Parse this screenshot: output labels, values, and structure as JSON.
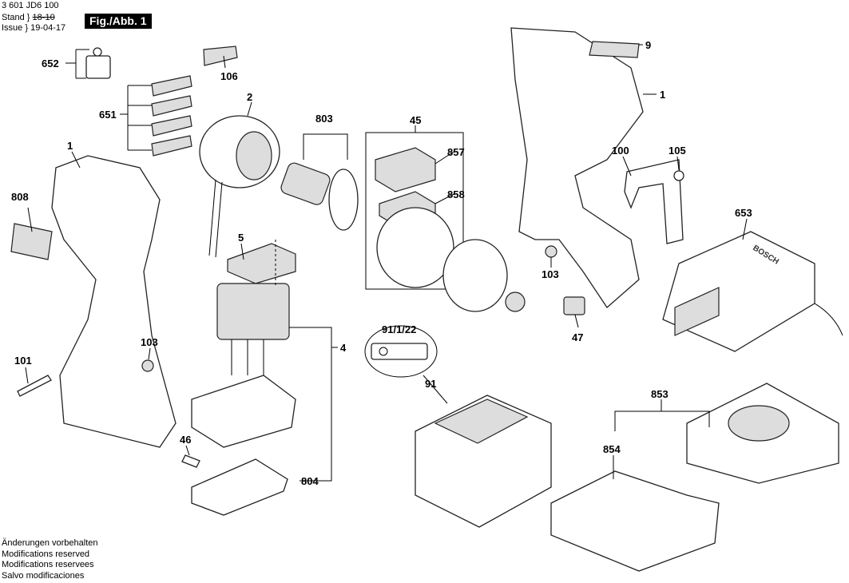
{
  "header": {
    "part_number": "3 601 JD6 100",
    "stand_label": "Stand",
    "stand_value_struck": "18-10",
    "issue_label": "Issue",
    "issue_value": "19-04-17",
    "figure_label": "Fig./Abb. 1"
  },
  "notes": [
    "Änderungen vorbehalten",
    "Modifications reserved",
    "Modifications reservees",
    "Salvo modificaciones"
  ],
  "callouts": {
    "c652": "652",
    "c106": "106",
    "c651": "651",
    "c2": "2",
    "c803": "803",
    "c45": "45",
    "c857": "857",
    "c858": "858",
    "c9": "9",
    "c1a": "1",
    "c1b": "1",
    "c100": "100",
    "c105": "105",
    "c808": "808",
    "c653": "653",
    "c5": "5",
    "c103a": "103",
    "c47": "47",
    "c4": "4",
    "c103b": "103",
    "c91_1_22": "91/1/22",
    "c101": "101",
    "c91": "91",
    "c853": "853",
    "c46": "46",
    "c854": "854",
    "c804": "804"
  },
  "brand_marking": "BOSCH"
}
